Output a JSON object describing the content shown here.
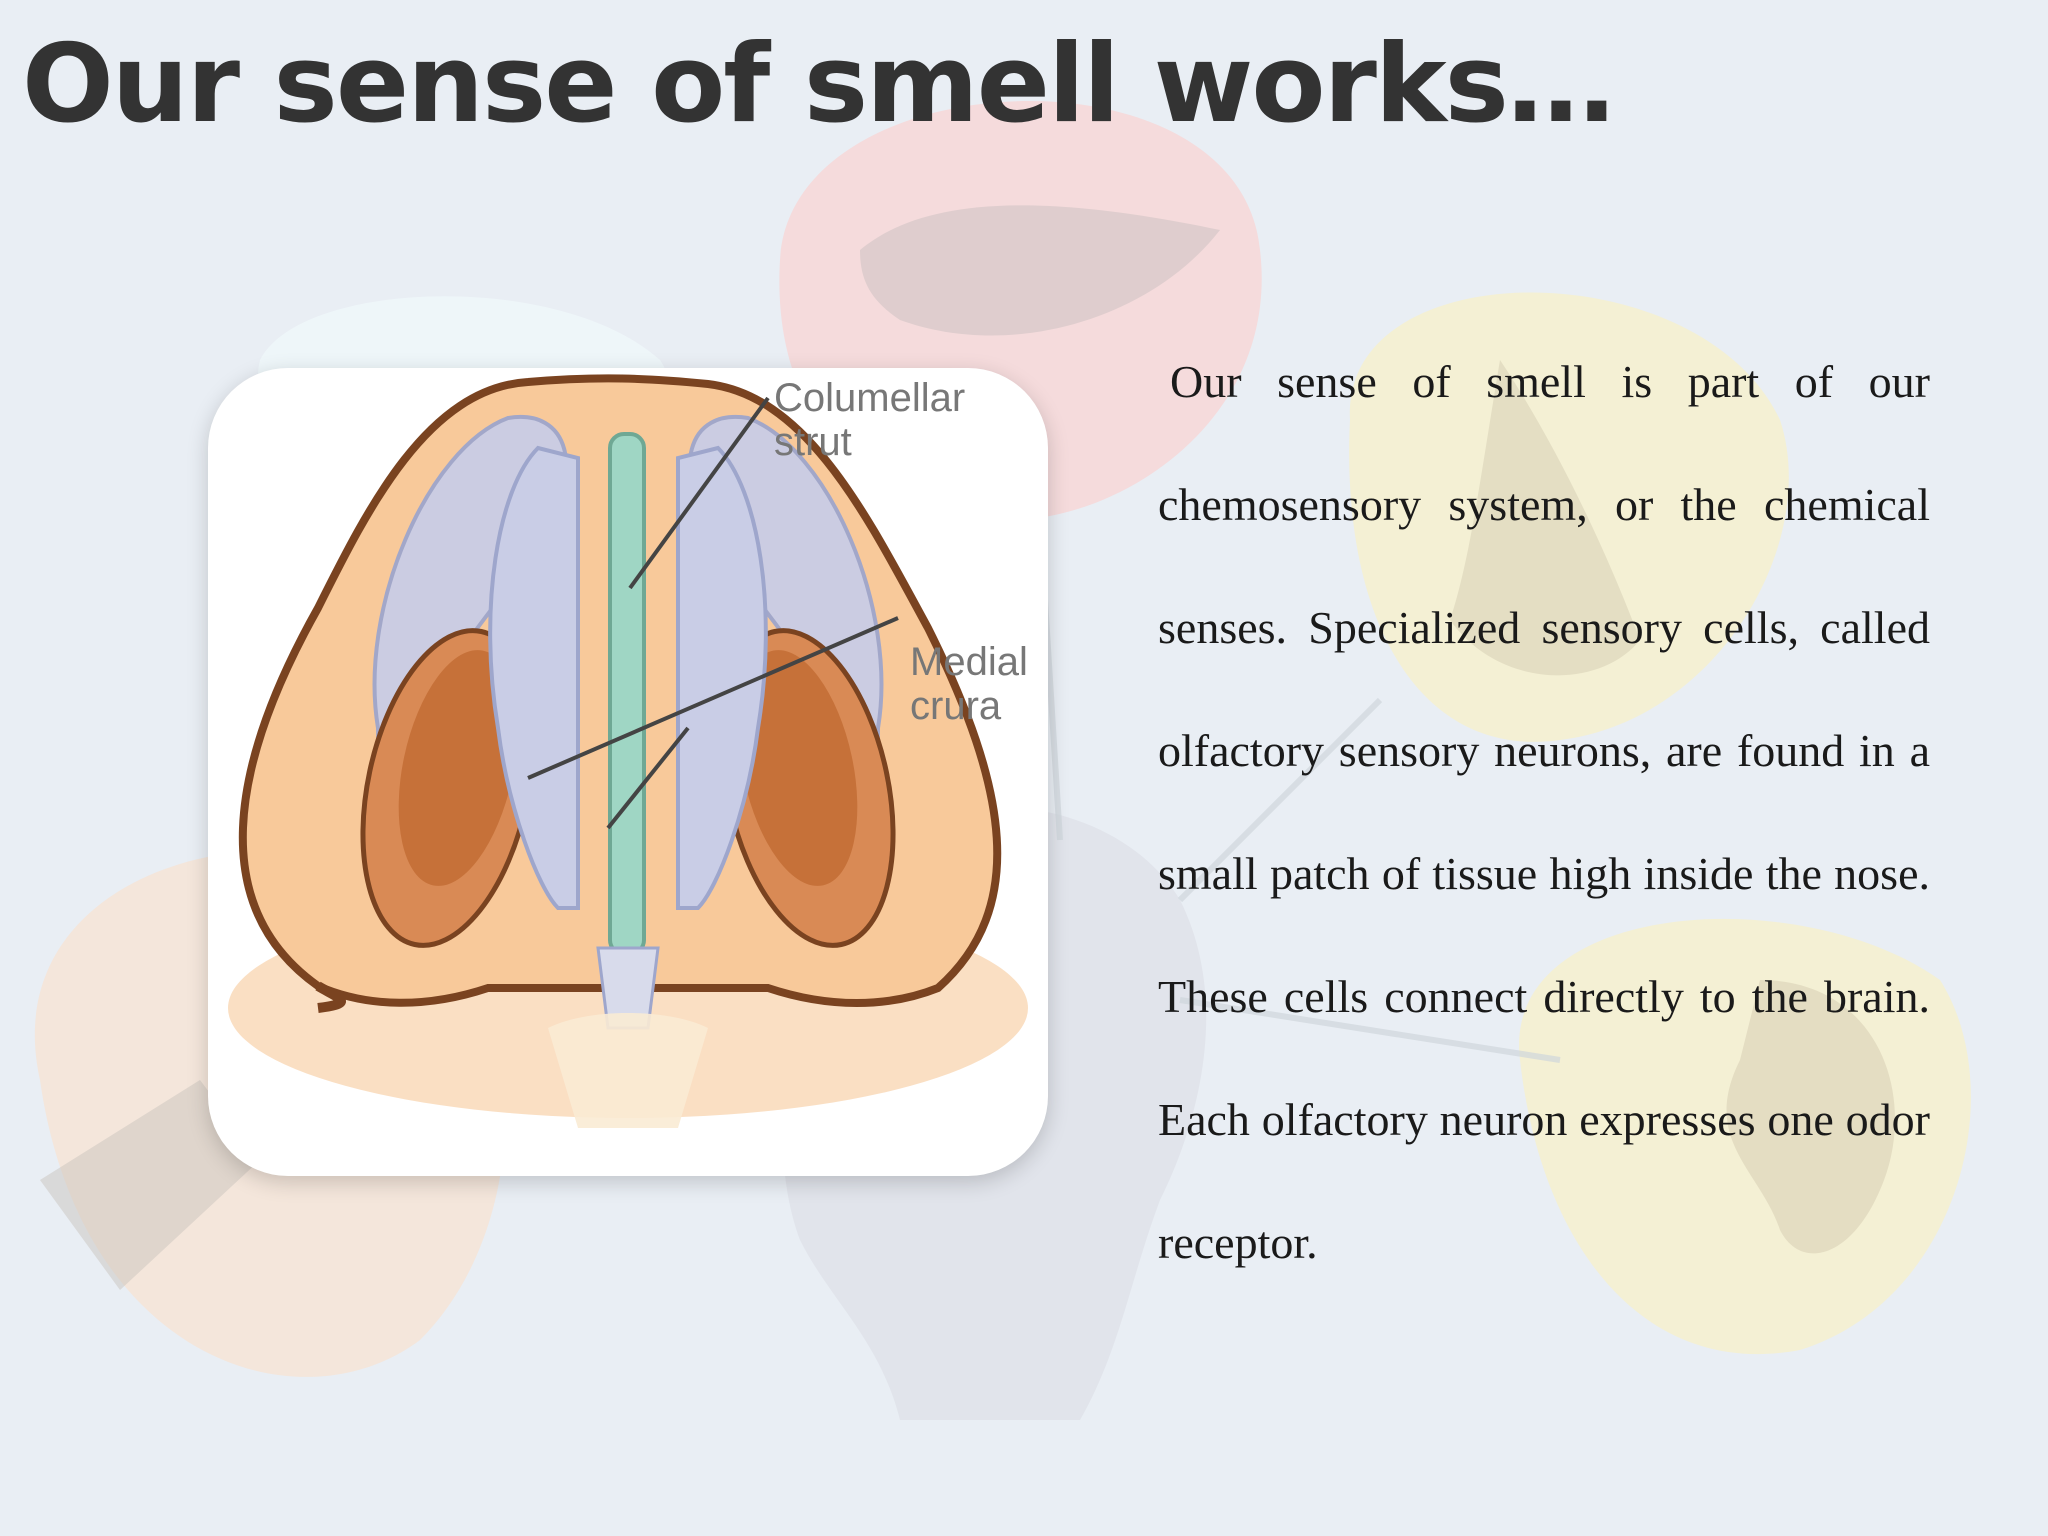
{
  "slide": {
    "title": "Our sense of smell works…",
    "figure": {
      "labels": {
        "columellar_strut": "Columellar strut",
        "medial_crura": "Medial crura"
      }
    },
    "body": "Our sense of smell is part of our chemosensory system, or the chemical senses. Specialized sensory cells, called olfactory sensory neurons, are found in a small patch of tissue high inside the nose. These cells connect directly to the brain. Each olfactory neuron expresses one odor receptor."
  },
  "colors": {
    "background": "#e9eef4",
    "title": "#333333",
    "skin": "#f8c99a",
    "cartilage": "#c9cde6",
    "strut": "#9fd6c4",
    "nostril": "#c97a45"
  }
}
